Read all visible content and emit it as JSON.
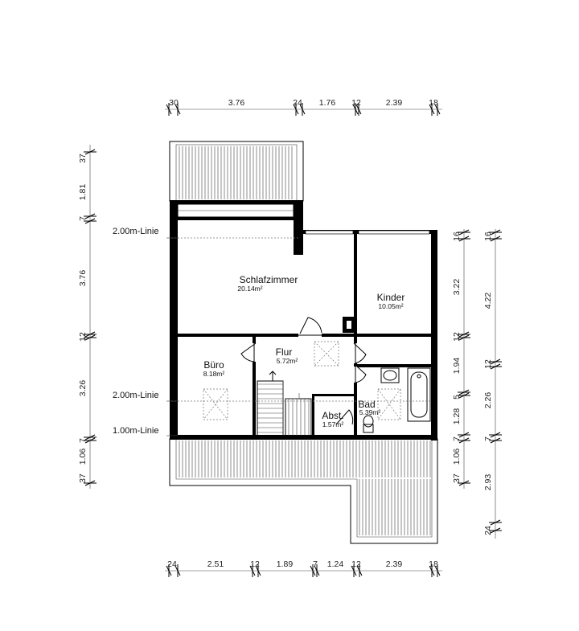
{
  "rooms": {
    "schlafzimmer": {
      "name": "Schlafzimmer",
      "area": "20.14m²"
    },
    "kinder": {
      "name": "Kinder",
      "area": "10.05m²"
    },
    "buero": {
      "name": "Büro",
      "area": "8.18m²"
    },
    "flur": {
      "name": "Flur",
      "area": "5.72m²"
    },
    "bad": {
      "name": "Bad",
      "area": "5.39m²"
    },
    "abst": {
      "name": "Abst.",
      "area": "1.57m²"
    }
  },
  "height_lines": {
    "line_1": "2.00m-Linie",
    "line_2": "2.00m-Linie",
    "line_3": "1.00m-Linie"
  },
  "dimensions": {
    "top": [
      "30",
      "3.76",
      "24",
      "1.76",
      "12",
      "2.39",
      "18"
    ],
    "bottom": [
      "24",
      "2.51",
      "12",
      "1.89",
      "7",
      "1.24",
      "12",
      "2.39",
      "18"
    ],
    "left": [
      "37",
      "1.81",
      "7",
      "3.76",
      "12",
      "3.26",
      "7",
      "1.06",
      "37"
    ],
    "right_inner": [
      "16",
      "3.22",
      "12",
      "1.94",
      "5",
      "1.28",
      "7",
      "1.06",
      "37"
    ],
    "right_outer": [
      "16",
      "4.22",
      "12",
      "2.26",
      "7",
      "2.93",
      "24"
    ]
  }
}
